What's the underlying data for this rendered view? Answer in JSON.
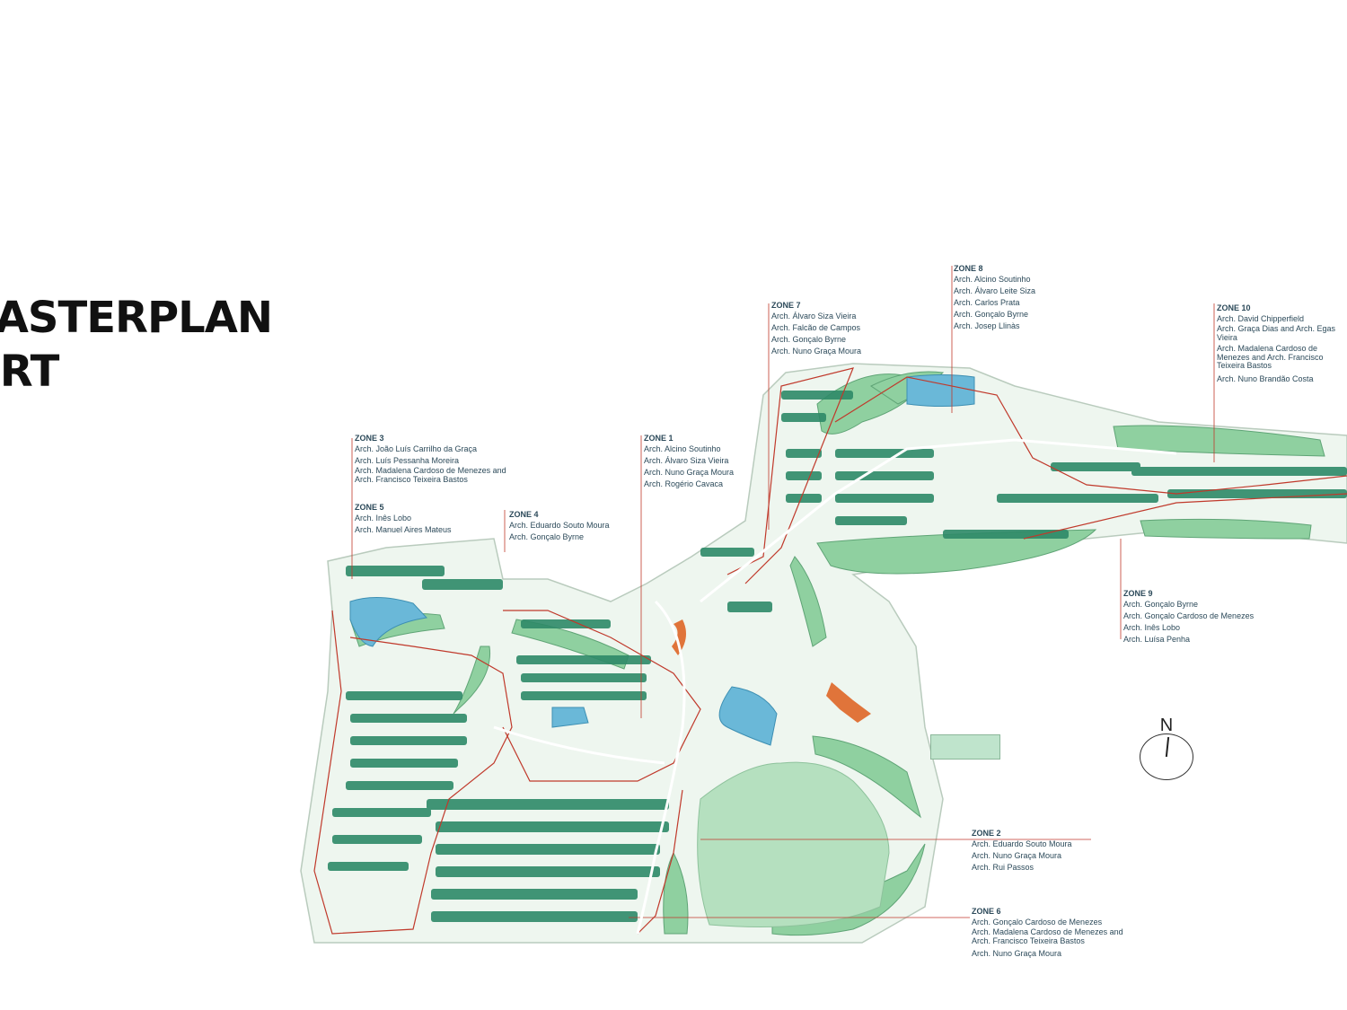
{
  "title": {
    "line1": "MASTERPLAN",
    "line2": "ORT"
  },
  "zones": [
    {
      "id": "zone3",
      "title": "ZONE 3",
      "architects": [
        "Arch. João Luís Carrilho da Graça",
        "Arch. Luís Pessanha Moreira",
        "Arch. Madalena Cardoso de Menezes and Arch. Francisco Teixeira Bastos"
      ]
    },
    {
      "id": "zone5",
      "title": "ZONE 5",
      "architects": [
        "Arch. Inês Lobo",
        "Arch. Manuel Aires Mateus"
      ]
    },
    {
      "id": "zone4",
      "title": "ZONE 4",
      "architects": [
        "Arch. Eduardo Souto Moura",
        "Arch. Gonçalo Byrne"
      ]
    },
    {
      "id": "zone1",
      "title": "ZONE 1",
      "architects": [
        "Arch. Alcino Soutinho",
        "Arch. Álvaro Siza Vieira",
        "Arch. Nuno Graça Moura",
        "Arch. Rogério Cavaca"
      ]
    },
    {
      "id": "zone7",
      "title": "ZONE 7",
      "architects": [
        "Arch. Álvaro Siza Vieira",
        "Arch. Falcão de Campos",
        "Arch. Gonçalo Byrne",
        "Arch. Nuno Graça Moura"
      ]
    },
    {
      "id": "zone8",
      "title": "ZONE 8",
      "architects": [
        "Arch. Alcino Soutinho",
        "Arch. Álvaro Leite Siza",
        "Arch. Carlos Prata",
        "Arch. Gonçalo Byrne",
        "Arch. Josep Llinàs"
      ]
    },
    {
      "id": "zone10",
      "title": "ZONE 10",
      "architects": [
        "Arch. David Chipperfield",
        "Arch. Graça Dias and Arch. Egas Vieira",
        "Arch. Madalena Cardoso de Menezes and Arch. Francisco Teixeira Bastos",
        "Arch. Nuno Brandão Costa"
      ]
    },
    {
      "id": "zone9",
      "title": "ZONE 9",
      "architects": [
        "Arch. Gonçalo Byrne",
        "Arch. Gonçalo Cardoso de Menezes",
        "Arch. Inês Lobo",
        "Arch. Luísa Penha"
      ]
    },
    {
      "id": "zone2",
      "title": "ZONE 2",
      "architects": [
        "Arch. Eduardo Souto Moura",
        "Arch. Nuno Graça Moura",
        "Arch. Rui Passos"
      ]
    },
    {
      "id": "zone6",
      "title": "ZONE 6",
      "architects": [
        "Arch. Gonçalo Cardoso de Menezes",
        "Arch. Madalena Cardoso de Menezes and Arch. Francisco Teixeira Bastos",
        "Arch. Nuno Graça Moura"
      ]
    }
  ],
  "north_arrow": {
    "label": "N"
  },
  "colors": {
    "site": "#eef6ef",
    "golf": "#8fd0a0",
    "fairway": "#b5e0bf",
    "buildings": "#2e8a68",
    "water": "#6ab8d8",
    "boundary": "#c0392b",
    "roads": "#ffffff"
  }
}
